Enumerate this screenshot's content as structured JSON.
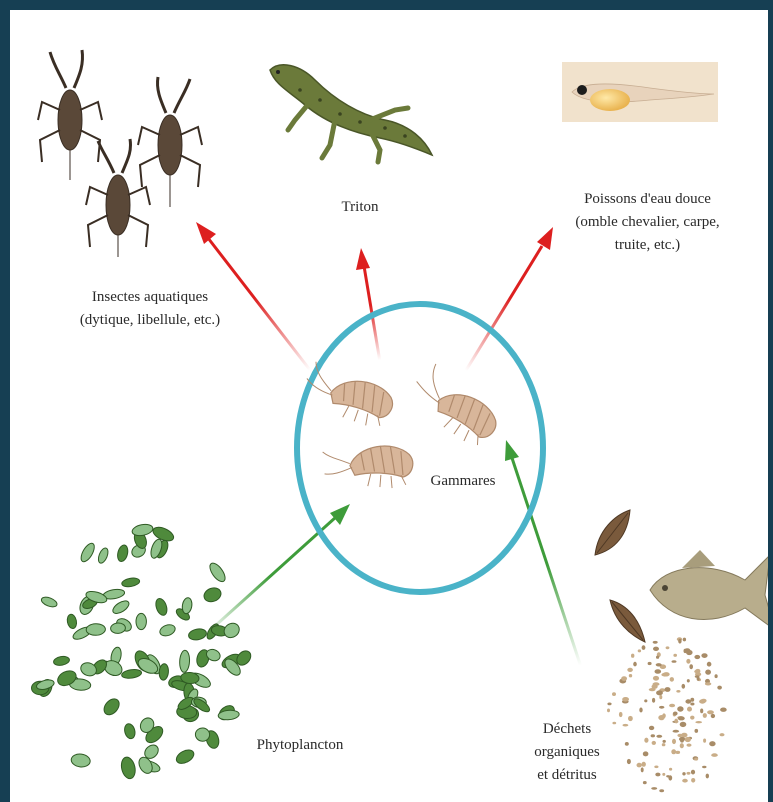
{
  "diagram": {
    "colors": {
      "background_border": "#163f53",
      "predation_arrow": "#dd1f1f",
      "food_arrow": "#3e9c3a",
      "highlight_circle": "#4ab3c8",
      "amphipod": "#d8b69a",
      "insect": "#5a4838",
      "newt": "#6b7a3a",
      "plankton": "#4f8a3c",
      "leaf": "#7a5a3c",
      "fish": "#b8ad8c",
      "detritus": "#c9ad88"
    },
    "center": {
      "label": "Gammares"
    },
    "predators": [
      {
        "id": "insects",
        "lines": [
          "Insectes aquatiques",
          "(dytique, libellule, etc.)"
        ],
        "icon": "water-bug-icon"
      },
      {
        "id": "newt",
        "lines": [
          "Triton"
        ],
        "icon": "newt-icon"
      },
      {
        "id": "fish",
        "lines": [
          "Poissons d'eau douce",
          "(omble chevalier, carpe,",
          "truite, etc.)"
        ],
        "icon": "fish-larva-photo"
      }
    ],
    "food_sources": [
      {
        "id": "phytoplankton",
        "lines": [
          "Phytoplancton"
        ],
        "icon": "phytoplankton-icon"
      },
      {
        "id": "detritus",
        "lines": [
          "Déchets",
          "organiques",
          "et détritus"
        ],
        "icon": "detritus-icon"
      }
    ]
  }
}
